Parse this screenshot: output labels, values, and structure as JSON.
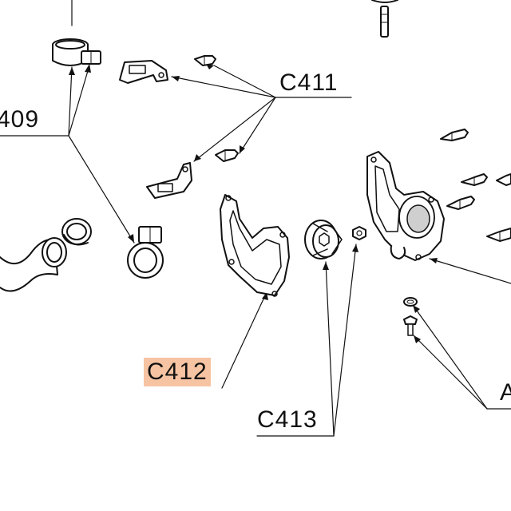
{
  "callouts": {
    "c409": "409",
    "c411": "C411",
    "c412": "C412",
    "c413": "C413",
    "a_partial": "A"
  },
  "colors": {
    "line": "#111111",
    "highlight": "#f7c4a3",
    "part_fill": "#ffffff",
    "shade": "#cfcfcf"
  },
  "icons": [
    "hose-clamp-icon",
    "bracket-icon",
    "bolt-icon",
    "coolant-hose-icon",
    "pump-gasket-icon",
    "impeller-icon",
    "nut-icon",
    "pump-housing-icon",
    "washer-icon"
  ]
}
